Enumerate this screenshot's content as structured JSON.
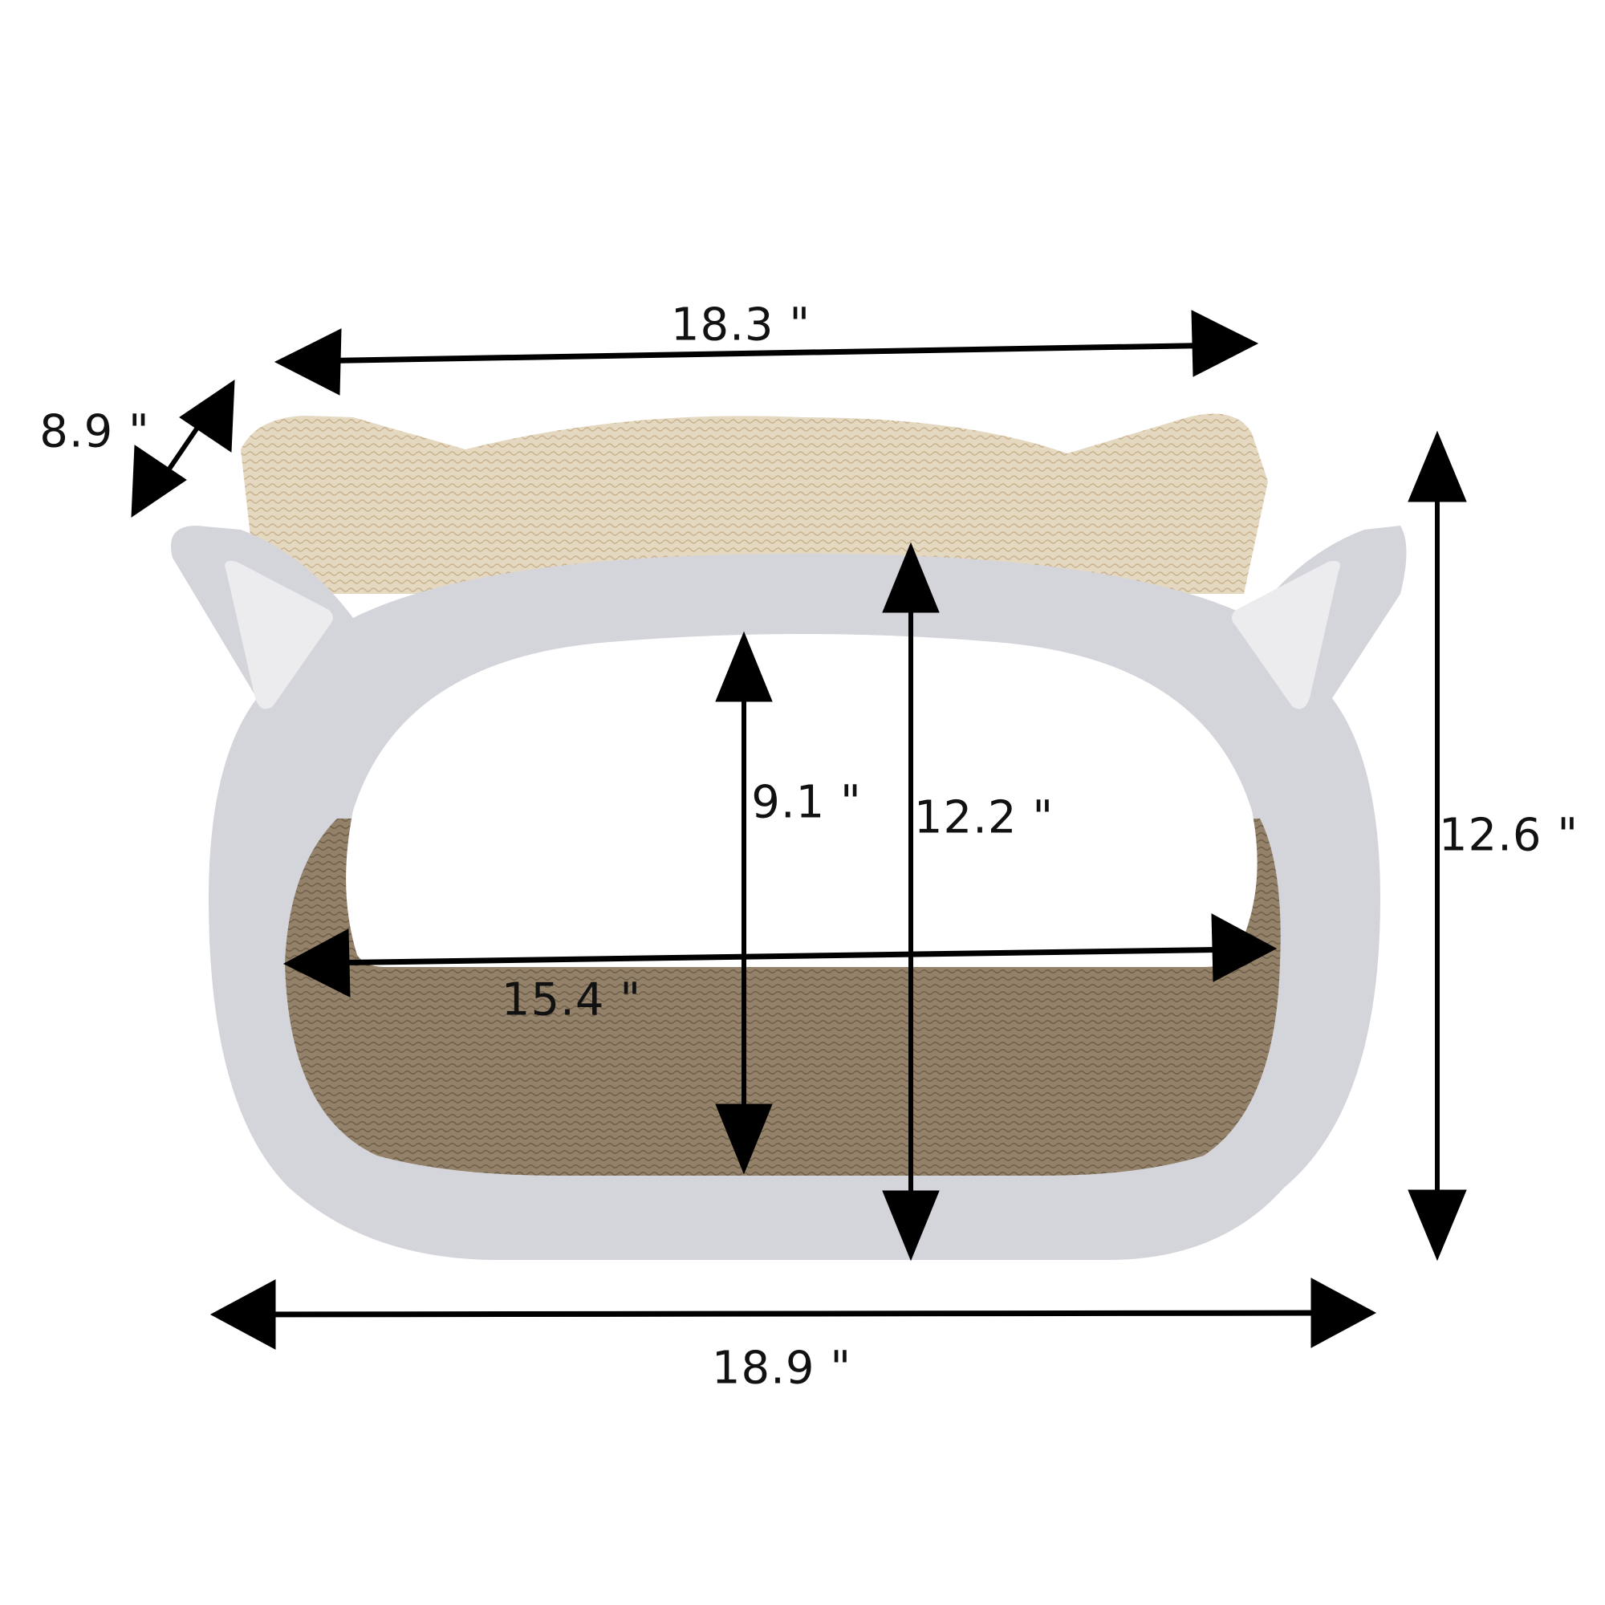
{
  "product": {
    "name": "Cat-head shaped cardboard cat scratcher lounge",
    "colors": {
      "panel": "#d3d4d9",
      "panel_ear_inner": "#ececec",
      "cardboard_top": "#e3d5bd",
      "cardboard_inner": "#8e7c62",
      "cardboard_inner_light": "#b3a283",
      "arrow": "#000000"
    }
  },
  "dimensions": {
    "top_width": {
      "label": "18.3 \"",
      "value": 18.3,
      "unit": "in"
    },
    "depth": {
      "label": "8.9 \"",
      "value": 8.9,
      "unit": "in"
    },
    "outer_height": {
      "label": "12.6 \"",
      "value": 12.6,
      "unit": "in"
    },
    "face_height": {
      "label": "12.2 \"",
      "value": 12.2,
      "unit": "in"
    },
    "opening_height": {
      "label": "9.1 \"",
      "value": 9.1,
      "unit": "in"
    },
    "opening_width": {
      "label": "15.4 \"",
      "value": 15.4,
      "unit": "in"
    },
    "base_width": {
      "label": "18.9 \"",
      "value": 18.9,
      "unit": "in"
    }
  }
}
